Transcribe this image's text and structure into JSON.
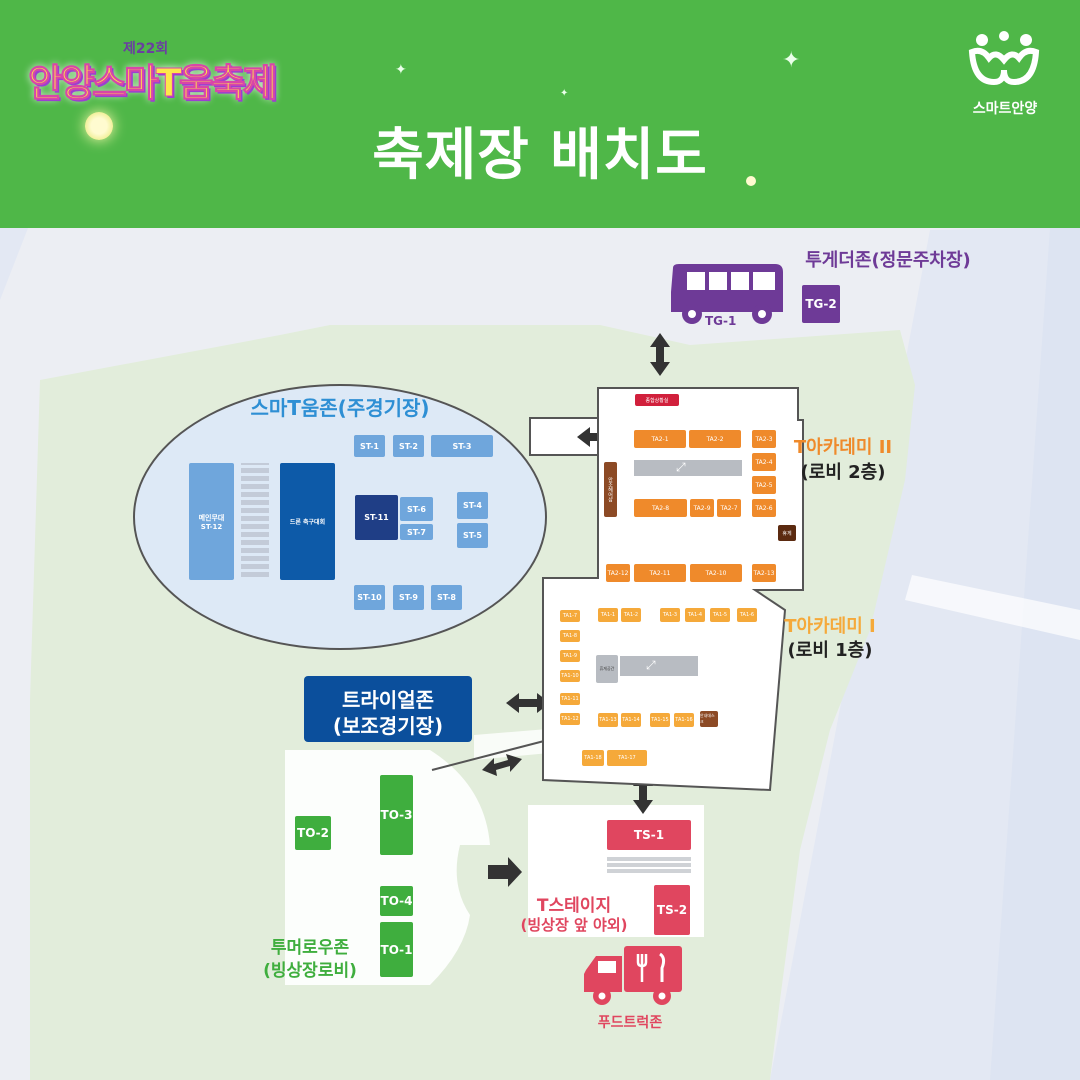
{
  "header": {
    "title": "축제장 배치도",
    "logo_small": "제22회",
    "logo_main": "안양스마T움축제",
    "brand": "스마트안양"
  },
  "zones": {
    "smartum": {
      "name": "스마T움존(주경기장)"
    },
    "tgether": {
      "name": "투게더존(정문주차장)"
    },
    "tacademy2": {
      "name": "T아카데미 II",
      "floor": "(로비 2층)"
    },
    "tacademy1": {
      "name": "T아카데미 I",
      "floor": "(로비 1층)"
    },
    "triall": {
      "name": "트라이얼존",
      "sub": "(보조경기장)"
    },
    "tumorrow": {
      "name": "투머로우존",
      "sub": "(빙상장로비)"
    },
    "tstage": {
      "name": "T스테이지",
      "sub": "(빙상장 앞 야외)"
    },
    "foodtruck": {
      "name": "푸드트럭존"
    }
  },
  "booths": {
    "st": {
      "main_stage": "메인무대 ST-12",
      "drone": "드론 축구대회",
      "st1": "ST-1",
      "st2": "ST-2",
      "st3": "ST-3",
      "st4": "ST-4",
      "st5": "ST-5",
      "st6": "ST-6",
      "st7": "ST-7",
      "st8": "ST-8",
      "st9": "ST-9",
      "st10": "ST-10",
      "st11": "ST-11"
    },
    "tg": {
      "tg1": "TG-1",
      "tg2": "TG-2"
    },
    "ta2": {
      "office": "종합상황실",
      "ta2_1": "TA2-1",
      "ta2_2": "TA2-2",
      "ta2_3": "TA2-3",
      "ta2_4": "TA2-4",
      "ta2_5": "TA2-5",
      "ta2_6": "TA2-6",
      "ta2_7": "TA2-7",
      "ta2_8": "TA2-8",
      "ta2_9": "TA2-9",
      "ta2_10": "TA2-10",
      "ta2_11": "TA2-11",
      "ta2_12": "TA2-12",
      "ta2_13": "TA2-13",
      "rest": "휴게",
      "side": "안조헤어샵"
    },
    "ta1": {
      "ta1_1": "TA1-1",
      "ta1_2": "TA1-2",
      "ta1_3": "TA1-3",
      "ta1_4": "TA1-4",
      "ta1_5": "TA1-5",
      "ta1_6": "TA1-6",
      "ta1_7": "TA1-7",
      "ta1_8": "TA1-8",
      "ta1_9": "TA1-9",
      "ta1_10": "TA1-10",
      "ta1_11": "TA1-11",
      "ta1_12": "TA1-12",
      "ta1_13": "TA1-13",
      "ta1_14": "TA1-14",
      "ta1_15": "TA1-15",
      "ta1_16": "TA1-16",
      "ta1_17": "TA1-17",
      "ta1_18": "TA1-18",
      "center": "휴게공간",
      "shop": "안내데스크"
    },
    "to": {
      "to1": "TO-1",
      "to2": "TO-2",
      "to3": "TO-3",
      "to4": "TO-4"
    },
    "ts": {
      "ts1": "TS-1",
      "ts2": "TS-2"
    }
  },
  "colors": {
    "header": "#4fb748",
    "park": "#e2eddb",
    "smartum": "#2e8fd4",
    "tgether": "#6e3a97",
    "tacademy": "#ef8a2b",
    "triall": "#0b4f9c",
    "tumorrow": "#3fae3e",
    "tstage": "#e0465f"
  }
}
